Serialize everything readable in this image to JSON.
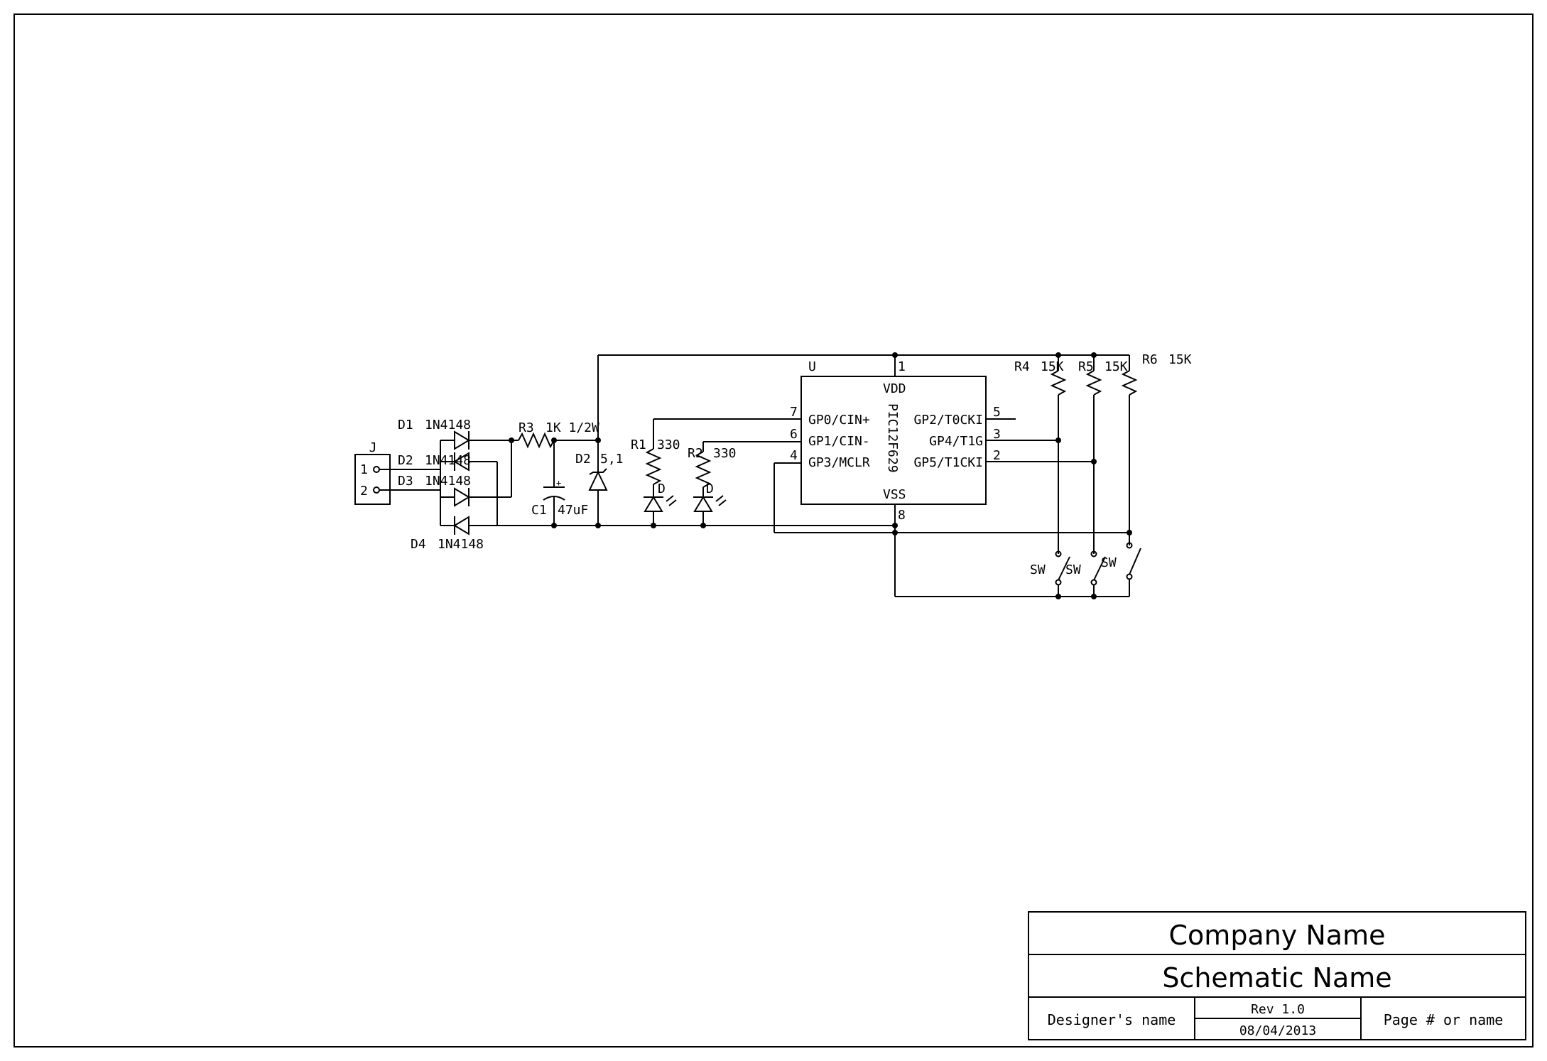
{
  "components": {
    "J": {
      "ref": "J",
      "pin1": "1",
      "pin2": "2"
    },
    "D1": {
      "ref": "D1",
      "value": "1N4148"
    },
    "D2": {
      "ref": "D2",
      "value": "1N4148"
    },
    "D3": {
      "ref": "D3",
      "value": "1N4148"
    },
    "D4": {
      "ref": "D4",
      "value": "1N4148"
    },
    "R3": {
      "ref": "R3",
      "value": "1K 1/2W"
    },
    "C1": {
      "ref": "C1",
      "value": "47uF",
      "polarity": "+"
    },
    "DZ": {
      "ref": "D2",
      "value": "5,1"
    },
    "R1": {
      "ref": "R1",
      "value": "330"
    },
    "R2": {
      "ref": "R2",
      "value": "330"
    },
    "LED1": {
      "ref": "D"
    },
    "LED2": {
      "ref": "D"
    },
    "U": {
      "ref": "U",
      "part": "PIC12F629",
      "vdd": "VDD",
      "vss": "VSS",
      "pins": {
        "gp0": "GP0/CIN+",
        "gp1": "GP1/CIN-",
        "gp3": "GP3/MCLR",
        "gp2": "GP2/T0CKI",
        "gp4": "GP4/T1G",
        "gp5": "GP5/T1CKI",
        "p1": "1",
        "p8": "8",
        "p7": "7",
        "p6": "6",
        "p4": "4",
        "p5": "5",
        "p3": "3",
        "p2": "2"
      }
    },
    "R4": {
      "ref": "R4",
      "value": "15K"
    },
    "R5": {
      "ref": "R5",
      "value": "15K"
    },
    "R6": {
      "ref": "R6",
      "value": "15K"
    },
    "SW1": {
      "ref": "SW"
    },
    "SW2": {
      "ref": "SW"
    },
    "SW3": {
      "ref": "SW"
    }
  },
  "title_block": {
    "company": "Company Name",
    "schematic": "Schematic Name",
    "designer": "Designer's name",
    "revision": "Rev 1.0",
    "date": "08/04/2013",
    "page": "Page # or name"
  }
}
